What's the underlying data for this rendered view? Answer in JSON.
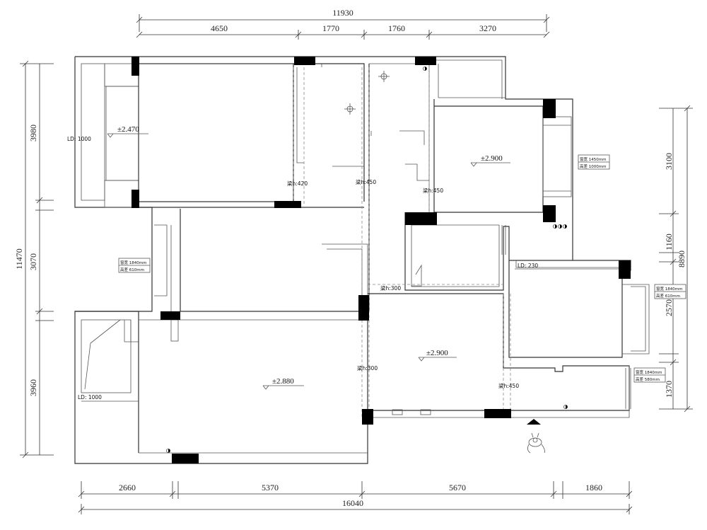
{
  "dimensions": {
    "top_total": "11930",
    "top": [
      "4650",
      "1770",
      "1760",
      "3270"
    ],
    "bottom_total": "16040",
    "bottom": [
      "2660",
      "5370",
      "5670",
      "1860"
    ],
    "left_total": "11470",
    "left": [
      "3980",
      "3070",
      "3960"
    ],
    "right_total": "8890",
    "right": [
      "3100",
      "1160",
      "2570",
      "1370"
    ]
  },
  "levels": {
    "bedroom_nw": "±2.470",
    "bedroom_ne": "±2.900",
    "living": "±2.880",
    "dining": "±2.900"
  },
  "beams": {
    "b420": "梁h:420",
    "b450a": "梁h:450",
    "b450b": "梁h:450",
    "b300a": "梁h:300",
    "b300b": "梁h:300",
    "b450c": "梁h:450"
  },
  "ld": {
    "nw": "LD: 1000",
    "sw": "LD: 1000",
    "east": "LD: 230"
  },
  "windows": {
    "w_ne_width": "窗宽 1450mm",
    "w_ne_height": "高差 1000mm",
    "w_west_width": "窗宽 1840mm",
    "w_west_height": "高差 610mm",
    "w_east_width": "窗宽 1840mm",
    "w_east_height": "高差 610mm",
    "w_se_width": "窗宽 1840mm",
    "w_se_height": "高差 580mm"
  }
}
